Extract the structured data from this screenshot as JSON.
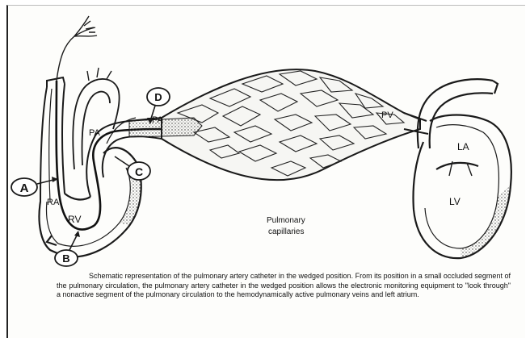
{
  "labels": {
    "a": "A",
    "b": "B",
    "c": "C",
    "d": "D",
    "ra": "RA",
    "rv": "RV",
    "pa_left": "PA",
    "pa_right": "PA",
    "pv": "PV",
    "la": "LA",
    "lv": "LV",
    "capillaries_line1": "Pulmonary",
    "capillaries_line2": "capillaries"
  },
  "caption": "Schematic representation of the pulmonary artery catheter in the wedged position. From its position in a small occluded segment of the pulmonary circulation, the pulmonary artery catheter in the wedged position allows the electronic monitoring equipment to \"look through\" a nonactive segment of the pulmonary circulation to the hemodynamically active pulmonary veins and left atrium.",
  "colors": {
    "ink": "#1a1a1a",
    "paper": "#fdfdfb",
    "shade": "#555555"
  }
}
